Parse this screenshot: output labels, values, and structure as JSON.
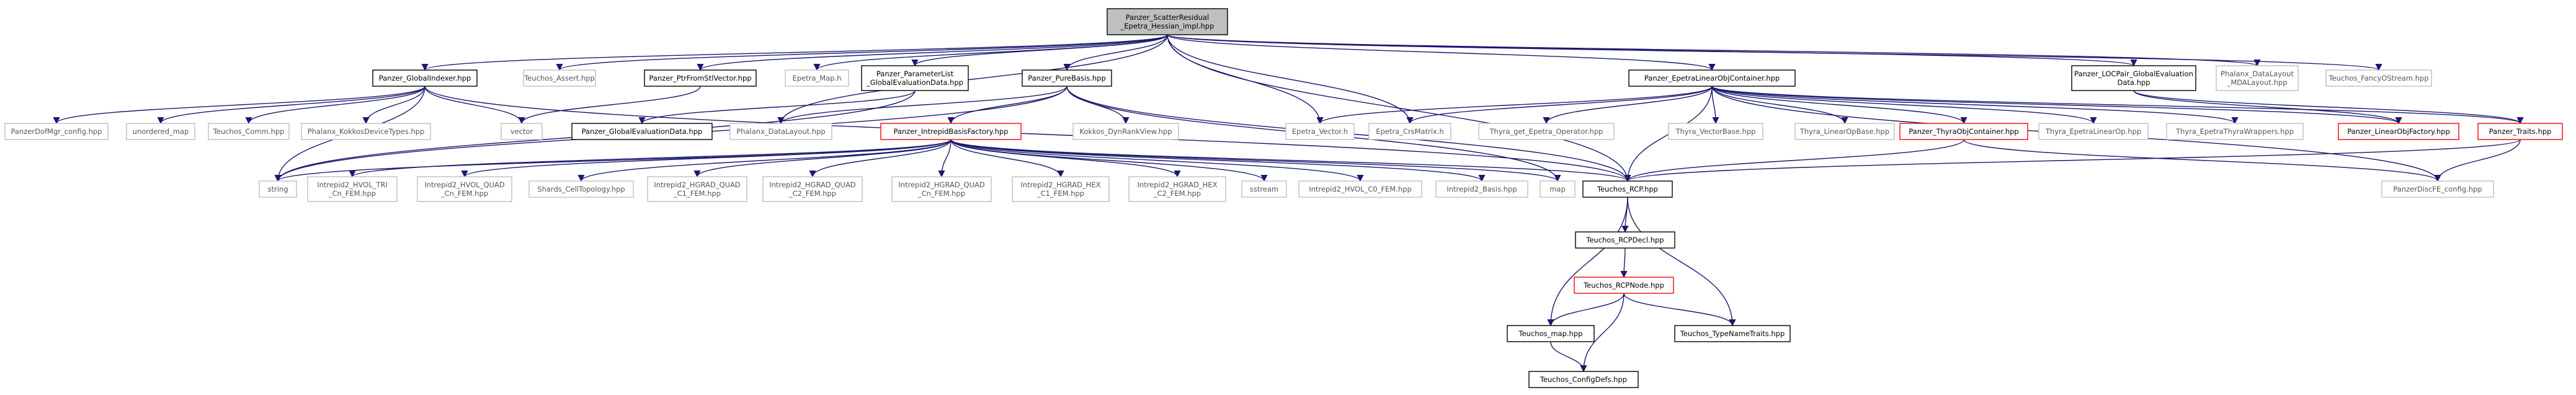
{
  "diagram": {
    "nodes": [
      {
        "id": "root",
        "lines": [
          "Panzer_ScatterResidual",
          "_Epetra_Hessian_impl.hpp"
        ],
        "kind": "root"
      },
      {
        "id": "globalindexer",
        "lines": [
          "Panzer_GlobalIndexer.hpp"
        ],
        "kind": "linked"
      },
      {
        "id": "teuchos_asset",
        "lines": [
          "Teuchos_Assert.hpp"
        ],
        "kind": "plain"
      },
      {
        "id": "ptrfromstv",
        "lines": [
          "Panzer_PtrFromStlVector.hpp"
        ],
        "kind": "linked"
      },
      {
        "id": "epetra_map",
        "lines": [
          "Epetra_Map.h"
        ],
        "kind": "plain"
      },
      {
        "id": "paramlist",
        "lines": [
          "Panzer_ParameterList",
          "_GlobalEvaluationData.hpp"
        ],
        "kind": "linked"
      },
      {
        "id": "purebasis",
        "lines": [
          "Panzer_PureBasis.hpp"
        ],
        "kind": "linked"
      },
      {
        "id": "epetralinear",
        "lines": [
          "Panzer_EpetraLinearObjContainer.hpp"
        ],
        "kind": "linked"
      },
      {
        "id": "locpair",
        "lines": [
          "Panzer_LOCPair_GlobalEvaluation",
          "Data.hpp"
        ],
        "kind": "linked"
      },
      {
        "id": "mdalayout",
        "lines": [
          "Phalanx_DataLayout",
          "_MDALayout.hpp"
        ],
        "kind": "plain"
      },
      {
        "id": "fancyostream",
        "lines": [
          "Teuchos_FancyOStream.hpp"
        ],
        "kind": "plain"
      },
      {
        "id": "dofmgr",
        "lines": [
          "PanzerDofMgr_config.hpp"
        ],
        "kind": "plain"
      },
      {
        "id": "unordered_map",
        "lines": [
          "unordered_map"
        ],
        "kind": "plain"
      },
      {
        "id": "teuchos_comm",
        "lines": [
          "Teuchos_Comm.hpp"
        ],
        "kind": "plain"
      },
      {
        "id": "kokkosdevice",
        "lines": [
          "Phalanx_KokkosDeviceTypes.hpp"
        ],
        "kind": "plain"
      },
      {
        "id": "vector",
        "lines": [
          "vector"
        ],
        "kind": "plain"
      },
      {
        "id": "globalevaldata",
        "lines": [
          "Panzer_GlobalEvaluationData.hpp"
        ],
        "kind": "linked"
      },
      {
        "id": "datalayout",
        "lines": [
          "Phalanx_DataLayout.hpp"
        ],
        "kind": "plain"
      },
      {
        "id": "kokkosdyn",
        "lines": [
          "Kokkos_DynRankView.hpp"
        ],
        "kind": "plain"
      },
      {
        "id": "epetra_vector",
        "lines": [
          "Epetra_Vector.h"
        ],
        "kind": "plain"
      },
      {
        "id": "epetra_crs",
        "lines": [
          "Epetra_CrsMatrix.h"
        ],
        "kind": "plain"
      },
      {
        "id": "thyra_get",
        "lines": [
          "Thyra_get_Epetra_Operator.hpp"
        ],
        "kind": "plain"
      },
      {
        "id": "thyra_vectorbase",
        "lines": [
          "Thyra_VectorBase.hpp"
        ],
        "kind": "plain"
      },
      {
        "id": "thyra_linearopbase",
        "lines": [
          "Thyra_LinearOpBase.hpp"
        ],
        "kind": "plain"
      },
      {
        "id": "thyra_objcontainer",
        "lines": [
          "Panzer_ThyraObjContainer.hpp"
        ],
        "kind": "trunc"
      },
      {
        "id": "thyra_epetralinearop",
        "lines": [
          "Thyra_EpetraLinearOp.hpp"
        ],
        "kind": "plain"
      },
      {
        "id": "thyra_wrappers",
        "lines": [
          "Thyra_EpetraThyraWrappers.hpp"
        ],
        "kind": "plain"
      },
      {
        "id": "linearobjfactory",
        "lines": [
          "Panzer_LinearObjFactory.hpp"
        ],
        "kind": "trunc"
      },
      {
        "id": "traits",
        "lines": [
          "Panzer_Traits.hpp"
        ],
        "kind": "trunc"
      },
      {
        "id": "string",
        "lines": [
          "string"
        ],
        "kind": "plain"
      },
      {
        "id": "intrepidfactory",
        "lines": [
          "Panzer_IntrepidBasisFactory.hpp"
        ],
        "kind": "trunc"
      },
      {
        "id": "hvol_tri",
        "lines": [
          "Intrepid2_HVOL_TRI",
          "_Cn_FEM.hpp"
        ],
        "kind": "plain"
      },
      {
        "id": "hvol_quad",
        "lines": [
          "Intrepid2_HVOL_QUAD",
          "_Cn_FEM.hpp"
        ],
        "kind": "plain"
      },
      {
        "id": "shards",
        "lines": [
          "Shards_CellTopology.hpp"
        ],
        "kind": "plain"
      },
      {
        "id": "hgrad_quad_c1",
        "lines": [
          "Intrepid2_HGRAD_QUAD",
          "_C1_FEM.hpp"
        ],
        "kind": "plain"
      },
      {
        "id": "hgrad_quad_c2",
        "lines": [
          "Intrepid2_HGRAD_QUAD",
          "_C2_FEM.hpp"
        ],
        "kind": "plain"
      },
      {
        "id": "hgrad_quad_cn",
        "lines": [
          "Intrepid2_HGRAD_QUAD",
          "_Cn_FEM.hpp"
        ],
        "kind": "plain"
      },
      {
        "id": "hgrad_hex_c1",
        "lines": [
          "Intrepid2_HGRAD_HEX",
          "_C1_FEM.hpp"
        ],
        "kind": "plain"
      },
      {
        "id": "hgrad_hex_c2",
        "lines": [
          "Intrepid2_HGRAD_HEX",
          "_C2_FEM.hpp"
        ],
        "kind": "plain"
      },
      {
        "id": "sstream",
        "lines": [
          "sstream"
        ],
        "kind": "plain"
      },
      {
        "id": "hvol_c0",
        "lines": [
          "Intrepid2_HVOL_C0_FEM.hpp"
        ],
        "kind": "plain"
      },
      {
        "id": "intrepid_basis",
        "lines": [
          "Intrepid2_Basis.hpp"
        ],
        "kind": "plain"
      },
      {
        "id": "map",
        "lines": [
          "map"
        ],
        "kind": "plain"
      },
      {
        "id": "teuchos_rcp",
        "lines": [
          "Teuchos_RCP.hpp"
        ],
        "kind": "linked"
      },
      {
        "id": "discfe_config",
        "lines": [
          "PanzerDiscFE_config.hpp"
        ],
        "kind": "plain"
      },
      {
        "id": "rcpdecl",
        "lines": [
          "Teuchos_RCPDecl.hpp"
        ],
        "kind": "linked"
      },
      {
        "id": "rcpnode",
        "lines": [
          "Teuchos_RCPNode.hpp"
        ],
        "kind": "trunc"
      },
      {
        "id": "teuchos_map",
        "lines": [
          "Teuchos_map.hpp"
        ],
        "kind": "linked"
      },
      {
        "id": "typenametraits",
        "lines": [
          "Teuchos_TypeNameTraits.hpp"
        ],
        "kind": "linked"
      },
      {
        "id": "configdefs",
        "lines": [
          "Teuchos_ConfigDefs.hpp"
        ],
        "kind": "linked"
      }
    ],
    "edges": [
      [
        "root",
        "globalindexer"
      ],
      [
        "root",
        "teuchos_asset"
      ],
      [
        "root",
        "ptrfromstv"
      ],
      [
        "root",
        "epetra_map"
      ],
      [
        "root",
        "paramlist"
      ],
      [
        "root",
        "purebasis"
      ],
      [
        "root",
        "epetralinear"
      ],
      [
        "root",
        "locpair"
      ],
      [
        "root",
        "mdalayout"
      ],
      [
        "root",
        "fancyostream"
      ],
      [
        "root",
        "datalayout"
      ],
      [
        "root",
        "epetra_vector"
      ],
      [
        "root",
        "epetra_crs"
      ],
      [
        "root",
        "teuchos_rcp"
      ],
      [
        "globalindexer",
        "dofmgr"
      ],
      [
        "globalindexer",
        "unordered_map"
      ],
      [
        "globalindexer",
        "teuchos_comm"
      ],
      [
        "globalindexer",
        "kokkosdevice"
      ],
      [
        "globalindexer",
        "vector"
      ],
      [
        "globalindexer",
        "string"
      ],
      [
        "globalindexer",
        "teuchos_rcp"
      ],
      [
        "ptrfromstv",
        "vector"
      ],
      [
        "paramlist",
        "globalevaldata"
      ],
      [
        "paramlist",
        "string"
      ],
      [
        "purebasis",
        "datalayout"
      ],
      [
        "purebasis",
        "kokkosdyn"
      ],
      [
        "purebasis",
        "intrepidfactory"
      ],
      [
        "purebasis",
        "string"
      ],
      [
        "purebasis",
        "teuchos_rcp"
      ],
      [
        "purebasis",
        "map"
      ],
      [
        "epetralinear",
        "epetra_vector"
      ],
      [
        "epetralinear",
        "epetra_crs"
      ],
      [
        "epetralinear",
        "thyra_get"
      ],
      [
        "epetralinear",
        "thyra_vectorbase"
      ],
      [
        "epetralinear",
        "thyra_linearopbase"
      ],
      [
        "epetralinear",
        "thyra_objcontainer"
      ],
      [
        "epetralinear",
        "thyra_epetralinearop"
      ],
      [
        "epetralinear",
        "thyra_wrappers"
      ],
      [
        "epetralinear",
        "linearobjfactory"
      ],
      [
        "epetralinear",
        "traits"
      ],
      [
        "epetralinear",
        "teuchos_rcp"
      ],
      [
        "epetralinear",
        "discfe_config"
      ],
      [
        "locpair",
        "linearobjfactory"
      ],
      [
        "locpair",
        "traits"
      ],
      [
        "thyra_objcontainer",
        "teuchos_rcp"
      ],
      [
        "thyra_objcontainer",
        "discfe_config"
      ],
      [
        "traits",
        "teuchos_rcp"
      ],
      [
        "traits",
        "discfe_config"
      ],
      [
        "intrepidfactory",
        "string"
      ],
      [
        "intrepidfactory",
        "hvol_tri"
      ],
      [
        "intrepidfactory",
        "hvol_quad"
      ],
      [
        "intrepidfactory",
        "shards"
      ],
      [
        "intrepidfactory",
        "hgrad_quad_c1"
      ],
      [
        "intrepidfactory",
        "hgrad_quad_c2"
      ],
      [
        "intrepidfactory",
        "hgrad_quad_cn"
      ],
      [
        "intrepidfactory",
        "hgrad_hex_c1"
      ],
      [
        "intrepidfactory",
        "hgrad_hex_c2"
      ],
      [
        "intrepidfactory",
        "sstream"
      ],
      [
        "intrepidfactory",
        "hvol_c0"
      ],
      [
        "intrepidfactory",
        "intrepid_basis"
      ],
      [
        "intrepidfactory",
        "map"
      ],
      [
        "intrepidfactory",
        "teuchos_rcp"
      ],
      [
        "teuchos_rcp",
        "rcpdecl"
      ],
      [
        "teuchos_rcp",
        "teuchos_map"
      ],
      [
        "teuchos_rcp",
        "typenametraits"
      ],
      [
        "rcpdecl",
        "rcpnode"
      ],
      [
        "rcpnode",
        "teuchos_map"
      ],
      [
        "rcpnode",
        "typenametraits"
      ],
      [
        "rcpnode",
        "configdefs"
      ],
      [
        "teuchos_map",
        "configdefs"
      ]
    ]
  }
}
